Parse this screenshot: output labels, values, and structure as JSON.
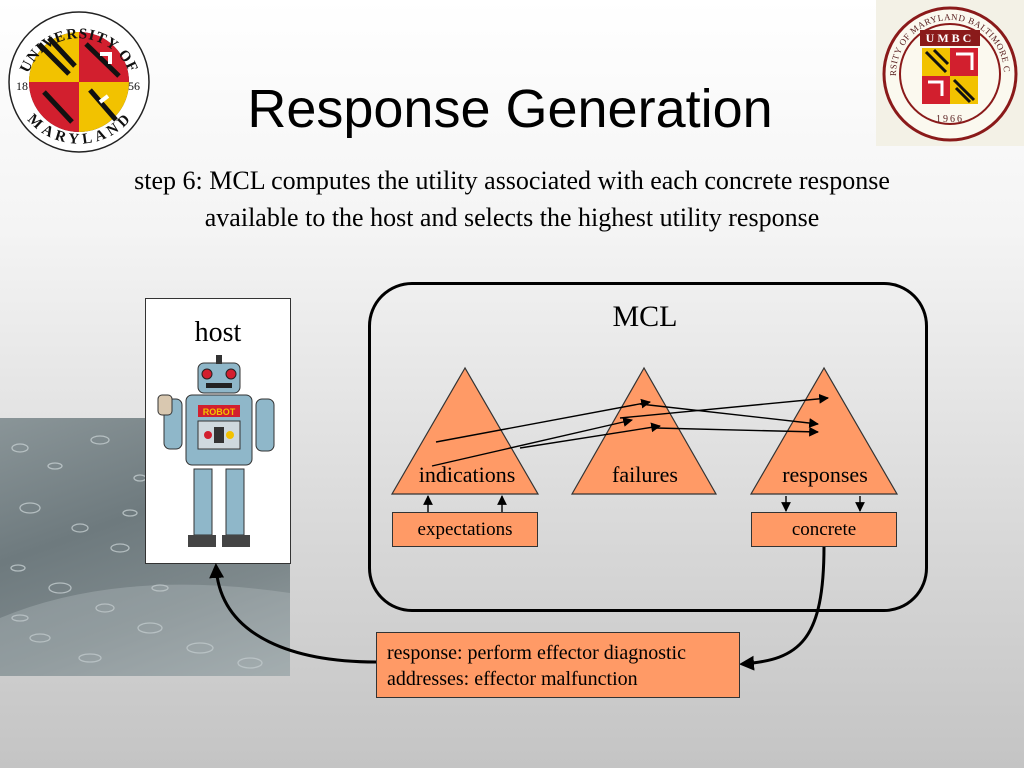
{
  "slide": {
    "title": "Response Generation",
    "step_text": "step 6: MCL computes the utility associated with each concrete response available to the host and selects the highest utility response"
  },
  "logos": {
    "left": {
      "top_text": "UNIVERSITY OF",
      "bottom_text": "MARYLAND",
      "year_left": "18",
      "year_right": "56"
    },
    "right": {
      "ring_text": "UNIVERSITY OF MARYLAND BALTIMORE COUNTY",
      "center_text": "UMBC",
      "year": "1966"
    }
  },
  "host": {
    "label": "host",
    "robot_plate_text": "ROBOT"
  },
  "mcl": {
    "label": "MCL",
    "triangles": [
      {
        "label": "indications"
      },
      {
        "label": "failures"
      },
      {
        "label": "responses"
      }
    ],
    "expectations_label": "expectations",
    "concrete_label": "concrete"
  },
  "response_box": {
    "line1": "response: perform effector diagnostic",
    "line2": "addresses: effector malfunction"
  },
  "colors": {
    "shape_fill": "#ff9a66",
    "md_red": "#d21f2e",
    "md_gold": "#f2c200",
    "umbc_ring": "#8a1a1a"
  }
}
